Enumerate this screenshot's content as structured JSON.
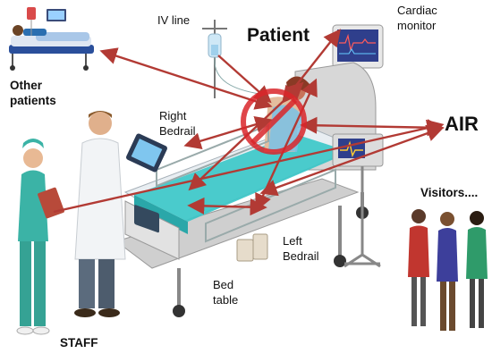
{
  "labels": {
    "iv_line": "IV line",
    "patient": "Patient",
    "cardiac_monitor_1": "Cardiac",
    "cardiac_monitor_2": "monitor",
    "other_patients_1": "Other",
    "other_patients_2": "patients",
    "right_bedrail_1": "Right",
    "right_bedrail_2": "Bedrail",
    "air": "AIR",
    "visitors": "Visitors....",
    "left_bedrail_1": "Left",
    "left_bedrail_2": "Bedrail",
    "bed_table_1": "Bed",
    "bed_table_2": "table",
    "staff": "STAFF"
  },
  "icons": {
    "patient_ring": "prohibition-ring-icon",
    "arrows": "double-headed-arrow-icon"
  },
  "colors": {
    "arrow": "#b23a34",
    "ring": "#d9262a",
    "sheet": "#38c6c8",
    "scrubs": "#3bb3a6",
    "monitor_screen": "#2f3f8c"
  }
}
